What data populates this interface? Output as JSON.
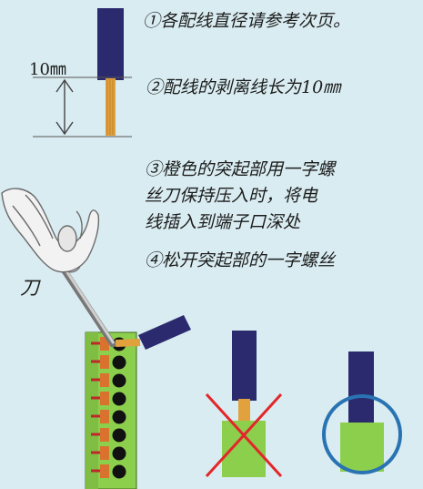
{
  "instructions": {
    "step1": "①各配线直径请参考次页。",
    "step2": "②配线的剥离线长为10㎜",
    "step3": "③橙色的突起部用一字螺\n 丝刀保持压入时，将电\n 线插入到端子口深处",
    "step4": "④松开突起部的一字螺丝"
  },
  "strip_diagram": {
    "length_label": "10㎜"
  },
  "tool": {
    "label": "刀"
  },
  "colors": {
    "background": "#d9ecf1",
    "insulation": "#2b2a6e",
    "conductor": "#e1a13c",
    "terminal_body": "#8ccf4d",
    "button": "#d9722e",
    "wrong_mark": "#e3262a",
    "correct_mark": "#2a73b3"
  }
}
